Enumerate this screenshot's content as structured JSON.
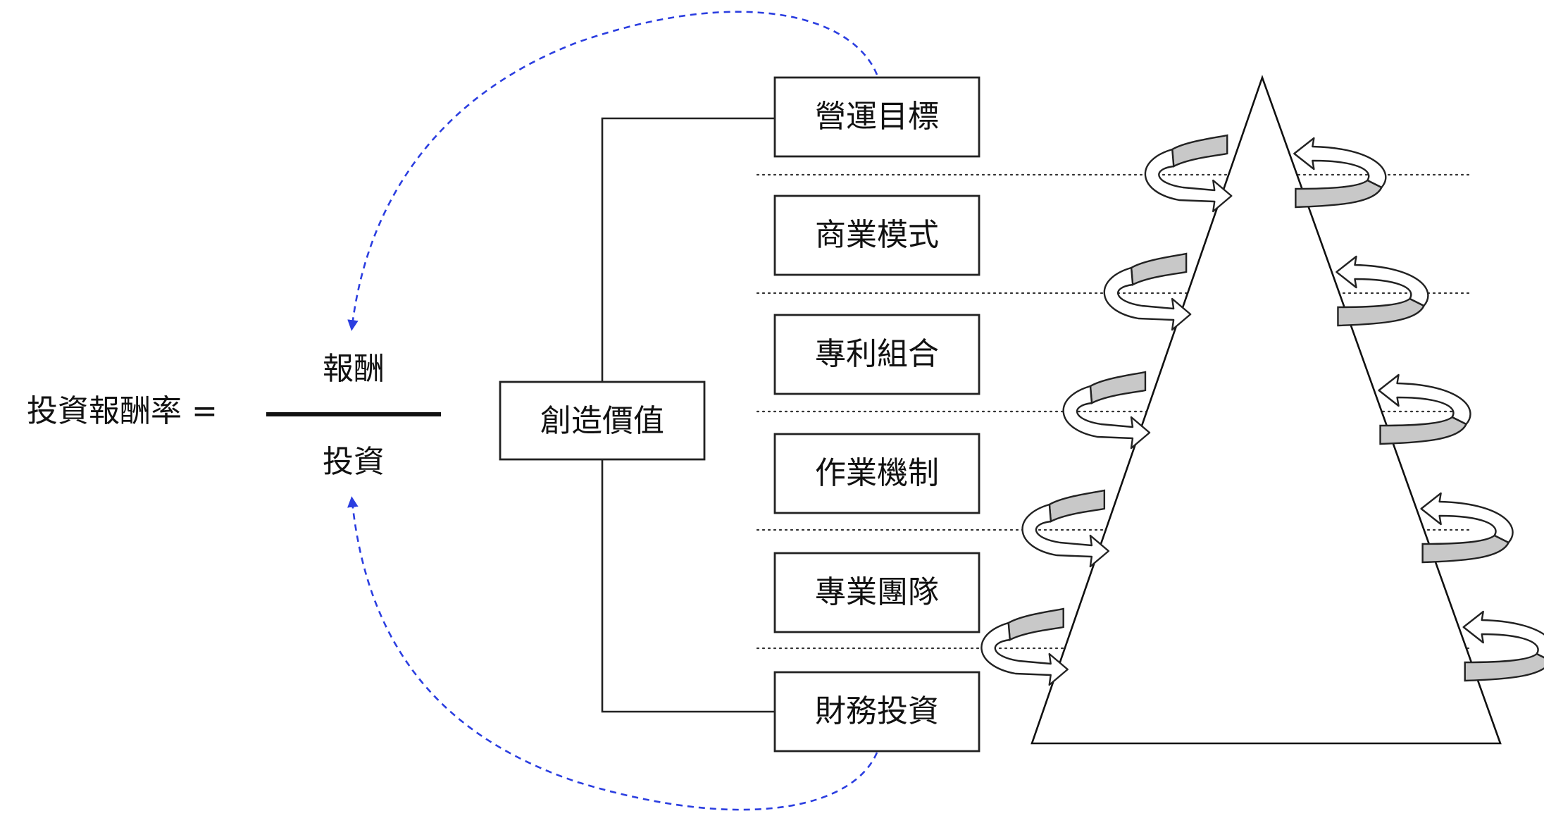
{
  "formula": {
    "label": "投資報酬率 =",
    "numerator": "報酬",
    "denominator": "投資"
  },
  "center": {
    "label": "創造價值"
  },
  "boxes": [
    "營運目標",
    "商業模式",
    "專利組合",
    "作業機制",
    "專業團隊",
    "財務投資"
  ],
  "colors": {
    "arrow_dash": "#2b3ee0",
    "ribbon_fill": "#c8c8c8"
  }
}
